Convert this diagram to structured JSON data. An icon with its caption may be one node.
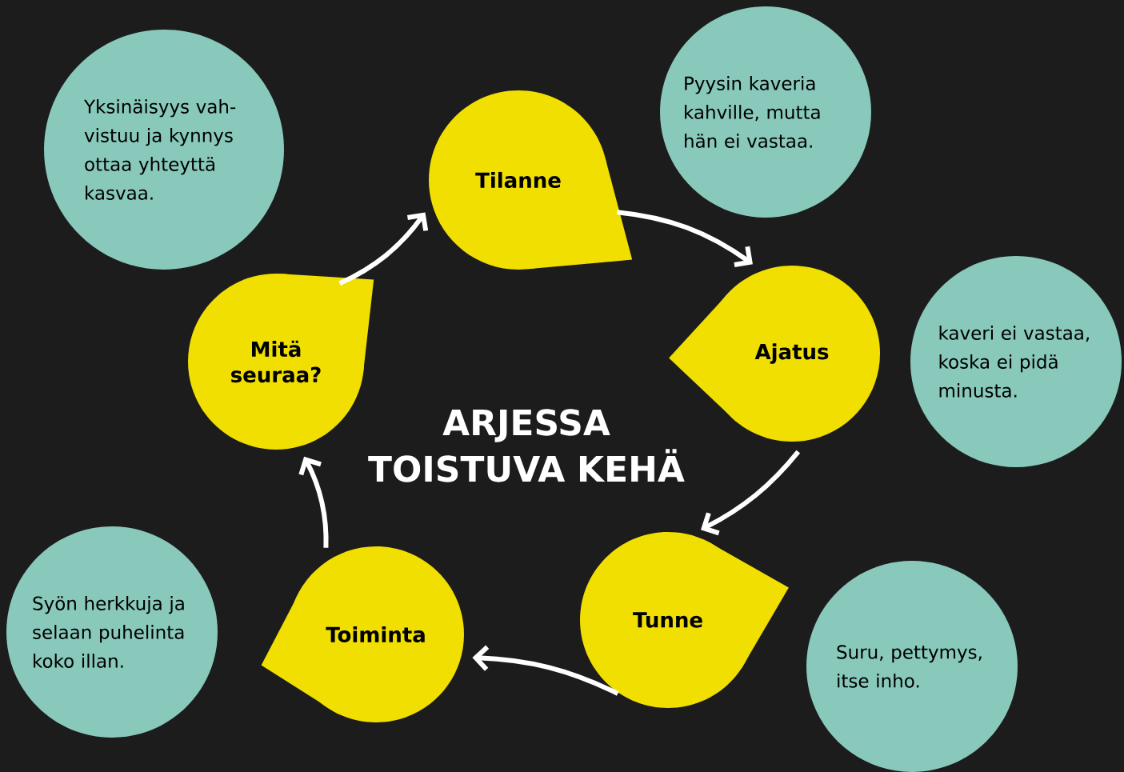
{
  "diagram": {
    "title": "ARJESSA TOISTUVA KEHÄ",
    "nodes": [
      {
        "text": [
          "Tilanne"
        ]
      },
      {
        "text": [
          "Ajatus"
        ]
      },
      {
        "text": [
          "Tunne"
        ]
      },
      {
        "text": [
          "Toiminta"
        ]
      },
      {
        "text": [
          "Mitä seuraa?"
        ]
      },
      {
        "text": [
          "Yksinäisyys vah-vistuu ja kynnys ottaa yhteyttä kasvaa."
        ]
      },
      {
        "text": [
          "Pyysin kaveria kahville, mutta hän ei vastaa."
        ]
      },
      {
        "text": [
          "kaveri ei vastaa, koska ei pidä minusta."
        ]
      },
      {
        "text": [
          "Syön herkkuja ja selaan puhelinta koko illan."
        ]
      },
      {
        "text": [
          "Suru, pettymys, itse inho."
        ]
      }
    ],
    "edges": [
      {
        "from": 0,
        "to": 1,
        "arrow": "to"
      },
      {
        "from": 1,
        "to": 2,
        "arrow": "to"
      },
      {
        "from": 2,
        "to": 3,
        "arrow": "to"
      },
      {
        "from": 3,
        "to": 4,
        "arrow": "to"
      },
      {
        "from": 4,
        "to": 0,
        "arrow": "to"
      }
    ]
  }
}
